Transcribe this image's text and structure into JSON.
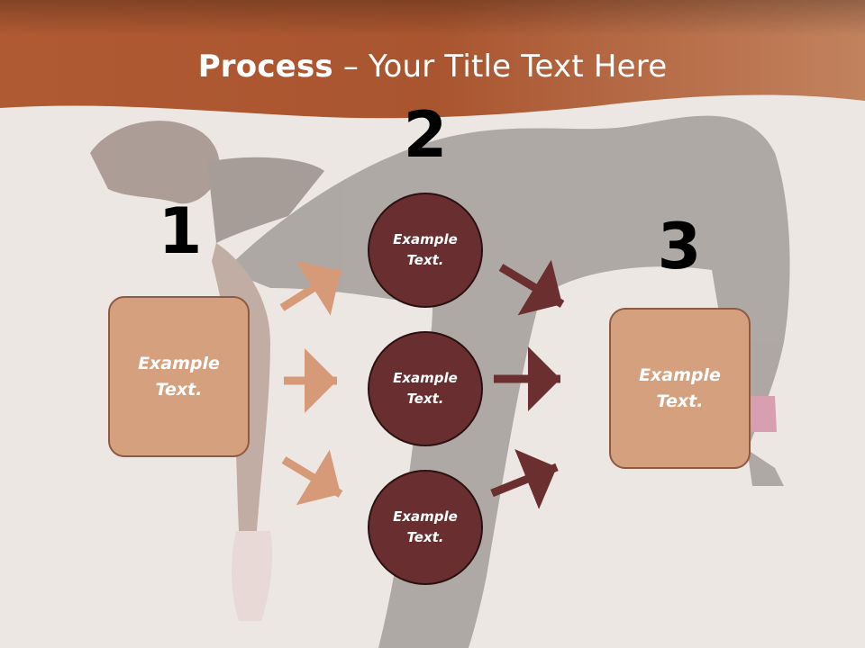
{
  "title": {
    "bold": "Process",
    "rest": " – Your Title Text Here"
  },
  "steps": [
    {
      "number": "1"
    },
    {
      "number": "2"
    },
    {
      "number": "3"
    }
  ],
  "left_box": {
    "text": "Example\nText."
  },
  "right_box": {
    "text": "Example\nText."
  },
  "circles": [
    {
      "text": "Example\nText."
    },
    {
      "text": "Example\nText."
    },
    {
      "text": "Example\nText."
    }
  ],
  "colors": {
    "header": "#b8643a",
    "box_fill": "#d4a07e",
    "circle_fill": "#692f30",
    "arrow_light": "#d79a79",
    "arrow_dark": "#6a2f2e"
  }
}
